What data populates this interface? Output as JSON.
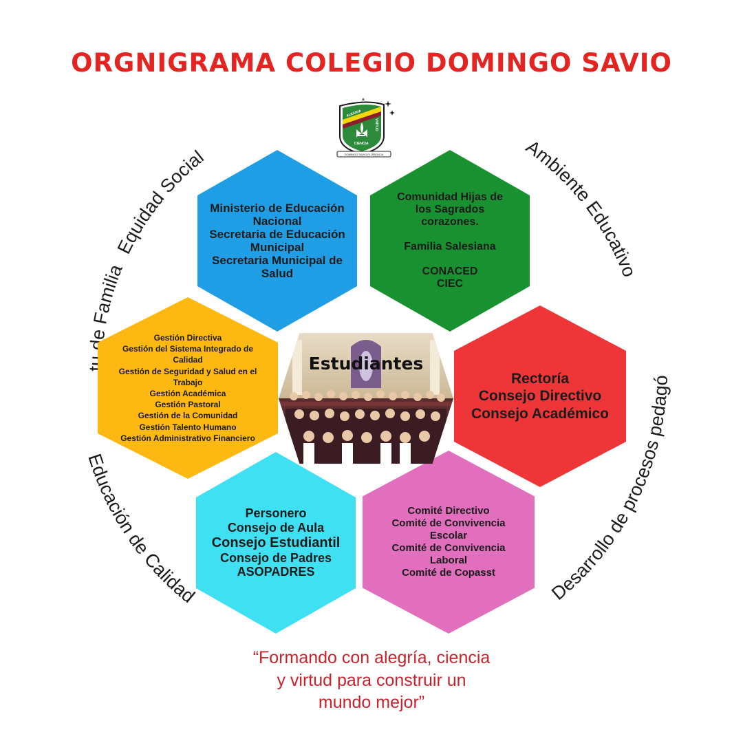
{
  "title": "ORGNIGRAMA COLEGIO DOMINGO SAVIO",
  "logo": {
    "band_left": "ALEGRIA",
    "band_right": "VIRTUD",
    "band_bottom": "CIENCIA",
    "ribbon": "DOMINGO SAVIO FLORENCIA"
  },
  "ring_labels": {
    "equidad": "Equidad Social",
    "ambiente": "Ambiente Educativo",
    "familia": "Espíritu de Familia",
    "desarrollo": "Desarrollo de procesos pedagógicos",
    "calidad": "Educación de Calidad"
  },
  "hexagons": {
    "blue": {
      "lines": [
        "Ministerio de Educación",
        "Nacional",
        "Secretaria de Educación",
        "Municipal",
        "Secretaria Municipal de",
        "Salud"
      ],
      "color": "#1f9ee5"
    },
    "green": {
      "lines": [
        "Comunidad Hijas de",
        "los Sagrados",
        "corazones.",
        "Familia Salesiana",
        "CONACED",
        "CIEC"
      ],
      "color": "#1a9131"
    },
    "yellow": {
      "lines": [
        "Gestión Directiva",
        "Gestión del Sistema Integrado de",
        "Calidad",
        "Gestión de Seguridad y Salud en el",
        "Trabajo",
        "Gestión Académica",
        "Gestión Pastoral",
        "Gestión de la Comunidad",
        "Gestión Talento Humano",
        "Gestión Administrativo Financiero"
      ],
      "color": "#fdb812"
    },
    "red": {
      "lines": [
        "Rectoría",
        "Consejo Directivo",
        "Consejo Académico"
      ],
      "color": "#ee3537"
    },
    "cyan": {
      "lines": [
        "Personero",
        "Consejo de Aula",
        "Consejo Estudiantil",
        "Consejo de Padres",
        "ASOPADRES"
      ],
      "color": "#3ee0f2"
    },
    "pink": {
      "lines": [
        "Comité Directivo",
        "Comité de Convivencia",
        "Escolar",
        "Comité de Convivencia",
        "Laboral",
        "Comité de Copasst"
      ],
      "color": "#e16fbe"
    },
    "center": {
      "label": "Estudiantes"
    }
  },
  "slogan": {
    "lines": [
      "“Formando con alegría, ciencia",
      "y virtud para construir un",
      "mundo mejor”"
    ]
  },
  "colors": {
    "title": "#e32421",
    "slogan": "#c8232c"
  }
}
